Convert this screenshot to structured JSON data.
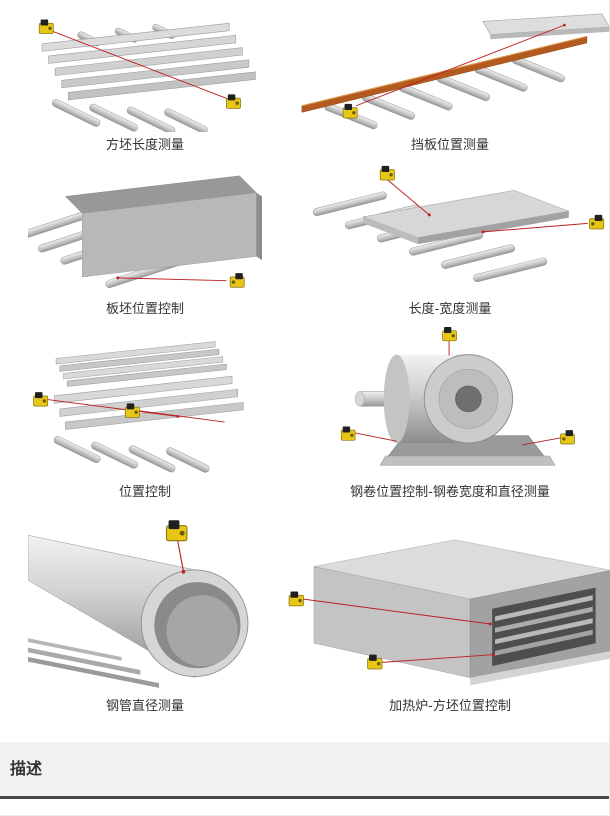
{
  "colors": {
    "sensor_yellow": "#e8c714",
    "laser_red": "#bb2222",
    "steel_light": "#d9d9d9",
    "steel_dark": "#9a9a9a",
    "copper_beam": "#b35a1e",
    "section_background": "#f2f2f2",
    "section_border": "#4a4a4a",
    "caption_color": "#333333"
  },
  "gallery": {
    "items": [
      {
        "caption": "方坯长度测量",
        "illustration": "billet-length-measurement"
      },
      {
        "caption": "挡板位置测量",
        "illustration": "baffle-position-measurement"
      },
      {
        "caption": "板坯位置控制",
        "illustration": "slab-position-control"
      },
      {
        "caption": "长度-宽度测量",
        "illustration": "length-width-measurement"
      },
      {
        "caption": "位置控制",
        "illustration": "position-control"
      },
      {
        "caption": "钢卷位置控制-钢卷宽度和直径测量",
        "illustration": "coil-position-control-width-diameter-measurement"
      },
      {
        "caption": "钢管直径测量",
        "illustration": "pipe-diameter-measurement"
      },
      {
        "caption": "加热炉-方坯位置控制",
        "illustration": "furnace-billet-position-control"
      }
    ]
  },
  "section": {
    "title": "描述"
  }
}
